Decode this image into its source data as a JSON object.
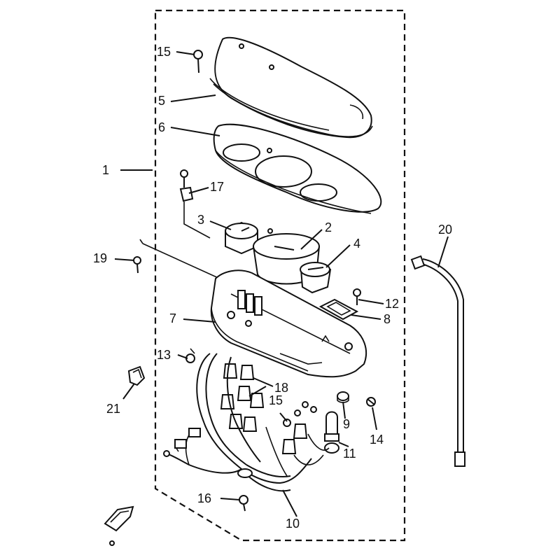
{
  "callouts": {
    "c1": "1",
    "c2": "2",
    "c3": "3",
    "c4": "4",
    "c5": "5",
    "c6": "6",
    "c7": "7",
    "c8": "8",
    "c9": "9",
    "c10": "10",
    "c11": "11",
    "c12": "12",
    "c13": "13",
    "c14": "14",
    "c15a": "15",
    "c15b": "15",
    "c16": "16",
    "c17": "17",
    "c18": "18",
    "c19": "19",
    "c20": "20",
    "c21": "21"
  },
  "colors": {
    "ink": "#111111",
    "background": "#ffffff"
  }
}
